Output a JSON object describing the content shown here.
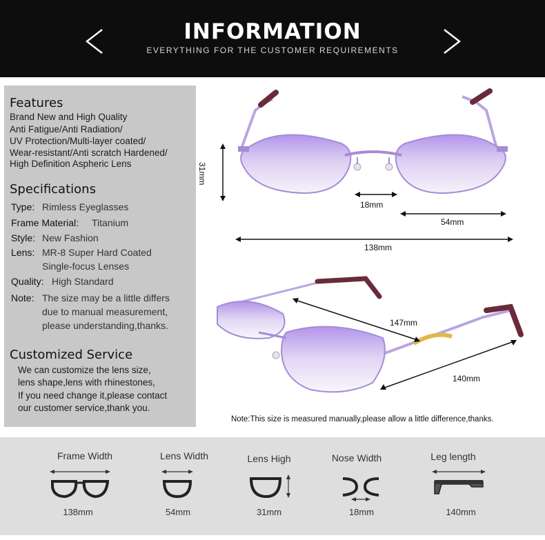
{
  "header": {
    "title": "INFORMATION",
    "subtitle": "EVERYTHING FOR THE CUSTOMER REQUIREMENTS",
    "prev_icon": "chevron-left-icon",
    "next_icon": "chevron-right-icon"
  },
  "features": {
    "heading": "Features",
    "lines": [
      "Brand New and High Quality",
      "Anti Fatigue/Anti Radiation/",
      "UV Protection/Multi-layer coated/",
      "Wear-resistant/Anti scratch Hardened/",
      "High Definition Aspheric Lens"
    ]
  },
  "specifications": {
    "heading": "Specifications",
    "type_label": "Type:",
    "type_value": "Rimless Eyeglasses",
    "material_label": "Frame Material:",
    "material_value": "Titanium",
    "style_label": "Style:",
    "style_value": "New Fashion",
    "lens_label": "Lens:",
    "lens_value_1": "MR-8 Super Hard Coated",
    "lens_value_2": "Single-focus Lenses",
    "quality_label": "Quality:",
    "quality_value": "High Standard",
    "note_label": "Note:",
    "note_value_1": "The size may be a little differs",
    "note_value_2": "due to manual measurement,",
    "note_value_3": "please understanding,thanks."
  },
  "customized": {
    "heading": "Customized Service",
    "lines": [
      "We can customize the lens size,",
      "lens shape,lens with rhinestones,",
      "If you need change it,please contact",
      "our customer service,thank you."
    ]
  },
  "dimensions": {
    "height": "31mm",
    "bridge": "18mm",
    "lens_width": "54mm",
    "frame_width": "138mm",
    "diagonal": "147mm",
    "temple": "140mm"
  },
  "note": "Note:This size is measured manually,please allow a little difference,thanks.",
  "measure_icons": [
    {
      "label": "Frame Width",
      "value": "138mm",
      "icon": "frame-width-icon"
    },
    {
      "label": "Lens Width",
      "value": "54mm",
      "icon": "lens-width-icon"
    },
    {
      "label": "Lens High",
      "value": "31mm",
      "icon": "lens-height-icon"
    },
    {
      "label": "Nose Width",
      "value": "18mm",
      "icon": "nose-width-icon"
    },
    {
      "label": "Leg length",
      "value": "140mm",
      "icon": "leg-length-icon"
    }
  ],
  "colors": {
    "header_bg": "#0d0d0d",
    "panel_bg": "#c8c8c8",
    "bottom_bg": "#dedede",
    "frame_purple": "#a58bd6",
    "lens_purple": "#b79be6",
    "temple_tortoise": "#6b2a3a"
  }
}
